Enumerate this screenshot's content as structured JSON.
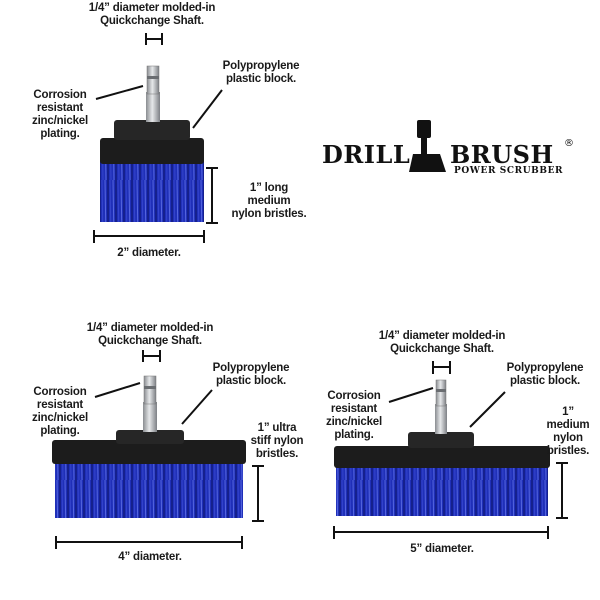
{
  "logo": {
    "word_left": "DRILL",
    "word_right": "BRUSH",
    "registered": "®",
    "tagline": "POWER SCRUBBER"
  },
  "brush_2in": {
    "shaft_label": [
      "1/4” diameter molded-in",
      "Quickchange Shaft."
    ],
    "block_label": [
      "Polypropylene",
      "plastic block."
    ],
    "plating_label": [
      "Corrosion",
      "resistant",
      "zinc/nickel",
      "plating."
    ],
    "bristle_label": [
      "1” long",
      "medium",
      "nylon bristles."
    ],
    "diameter_label": "2” diameter."
  },
  "brush_4in": {
    "shaft_label": [
      "1/4” diameter molded-in",
      "Quickchange Shaft."
    ],
    "block_label": [
      "Polypropylene",
      "plastic block."
    ],
    "plating_label": [
      "Corrosion",
      "resistant",
      "zinc/nickel",
      "plating."
    ],
    "bristle_label": [
      "1” ultra",
      "stiff nylon",
      "bristles."
    ],
    "diameter_label": "4” diameter."
  },
  "brush_5in": {
    "shaft_label": [
      "1/4” diameter molded-in",
      "Quickchange Shaft."
    ],
    "block_label": [
      "Polypropylene",
      "plastic block."
    ],
    "plating_label": [
      "Corrosion",
      "resistant",
      "zinc/nickel",
      "plating."
    ],
    "bristle_label": [
      "1”",
      "medium",
      "nylon",
      "bristles."
    ],
    "diameter_label": "5” diameter."
  },
  "colors": {
    "bristle": "#1f2fb8",
    "bristle_dark": "#101a6e",
    "block": "#1c1c1c",
    "shaft": "#b9bcc0",
    "line": "#111111"
  }
}
